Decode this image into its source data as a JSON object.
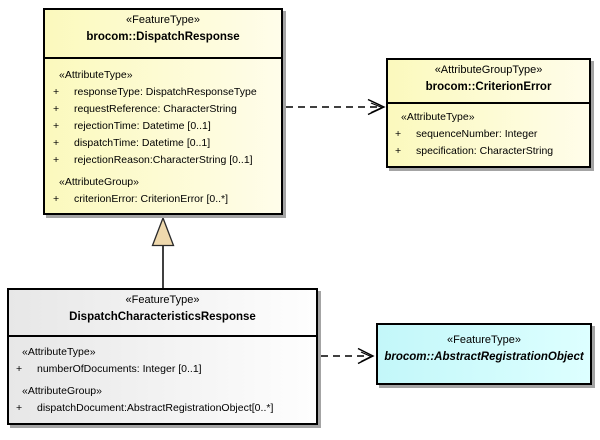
{
  "colors": {
    "background": "#ffffff",
    "box_border": "#000000",
    "box_shadow": "#a4a4a4",
    "yellow_fill": "#fbf9bd",
    "yellow_fill_light": "#fffdea",
    "gray_fill": "#e7e7e7",
    "gray_fill_light": "#fefefe",
    "cyan_fill": "#c3f7f9",
    "cyan_fill_light": "#ddffff",
    "generalization_triangle_fill": "#efd9ad",
    "connector_color": "#000000"
  },
  "classes": {
    "dispatchResponse": {
      "stereotype": "«FeatureType»",
      "name": "brocom::DispatchResponse",
      "sections": [
        {
          "label": "«AttributeType»",
          "attributes": [
            {
              "vis": "+",
              "text": "responseType: DispatchResponseType"
            },
            {
              "vis": "+",
              "text": "requestReference: CharacterString"
            },
            {
              "vis": "+",
              "text": "rejectionTime: Datetime [0..1]"
            },
            {
              "vis": "+",
              "text": "dispatchTime: Datetime [0..1]"
            },
            {
              "vis": "+",
              "text": "rejectionReason:CharacterString [0..1]"
            }
          ]
        },
        {
          "label": "«AttributeGroup»",
          "attributes": [
            {
              "vis": "+",
              "text": "criterionError: CriterionError [0..*]"
            }
          ]
        }
      ]
    },
    "criterionError": {
      "stereotype": "«AttributeGroupType»",
      "name": "brocom::CriterionError",
      "sections": [
        {
          "label": "«AttributeType»",
          "attributes": [
            {
              "vis": "+",
              "text": "sequenceNumber: Integer"
            },
            {
              "vis": "+",
              "text": "specification: CharacterString"
            }
          ]
        }
      ]
    },
    "dispatchCharacteristicsResponse": {
      "stereotype": "«FeatureType»",
      "name": "DispatchCharacteristicsResponse",
      "sections": [
        {
          "label": "«AttributeType»",
          "attributes": [
            {
              "vis": "+",
              "text": "numberOfDocuments: Integer [0..1]"
            }
          ]
        },
        {
          "label": "«AttributeGroup»",
          "attributes": [
            {
              "vis": "+",
              "text": "dispatchDocument:AbstractRegistrationObject[0..*]"
            }
          ]
        }
      ]
    },
    "abstractRegistrationObject": {
      "stereotype": "«FeatureType»",
      "name": "brocom::AbstractRegistrationObject"
    }
  },
  "relationships": [
    {
      "type": "generalization",
      "from": "DispatchCharacteristicsResponse",
      "to": "brocom::DispatchResponse"
    },
    {
      "type": "dependency",
      "from": "brocom::DispatchResponse",
      "to": "brocom::CriterionError"
    },
    {
      "type": "dependency",
      "from": "DispatchCharacteristicsResponse",
      "to": "brocom::AbstractRegistrationObject"
    }
  ]
}
